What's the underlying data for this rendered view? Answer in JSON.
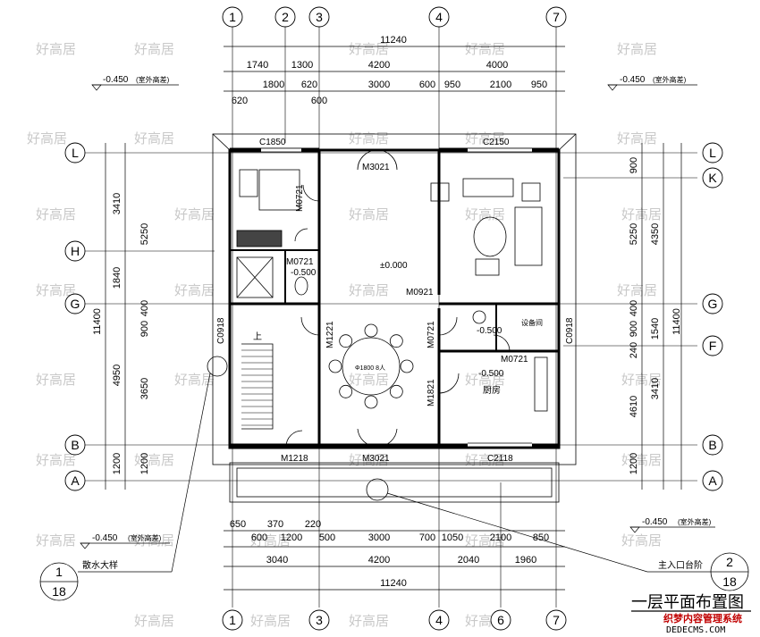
{
  "title": "一层平面布置图",
  "footer_site": "织梦内容管理系统",
  "footer_url": "DEDECMS.COM",
  "watermark": "好高居",
  "axes_top": [
    "1",
    "2",
    "3",
    "4",
    "7"
  ],
  "axes_bottom": [
    "1",
    "3",
    "4",
    "6",
    "7"
  ],
  "axes_left": [
    "L",
    "H",
    "G",
    "B",
    "A"
  ],
  "axes_right": [
    "L",
    "K",
    "G",
    "F",
    "B",
    "A"
  ],
  "elev_left_top": "-0.450",
  "elev_right_top": "-0.450",
  "elev_left_bottom": "-0.450",
  "elev_right_bottom": "-0.450",
  "elev_note": "(室外高差)",
  "total_width": "11240",
  "total_depth": "11400",
  "dims_top_1": [
    "1740",
    "1300",
    "4200",
    "4000"
  ],
  "dims_top_2": [
    "1800",
    "620",
    "3000",
    "600",
    "950",
    "2100",
    "950"
  ],
  "dims_top_3": [
    "620",
    "600"
  ],
  "dims_bottom_1": [
    "650",
    "370",
    "220"
  ],
  "dims_bottom_2": [
    "600",
    "1200",
    "500",
    "3000",
    "700",
    "1050",
    "2100",
    "850"
  ],
  "dims_bottom_3": [
    "3040",
    "4200",
    "2040",
    "1960"
  ],
  "dims_left_1": [
    "3410",
    "1840",
    "4950",
    "1200"
  ],
  "dims_left_2": [
    "5250",
    "400",
    "900",
    "3650",
    "1200"
  ],
  "dims_right_1": [
    "900",
    "5250",
    "400",
    "900",
    "240",
    "4610",
    "1200"
  ],
  "dims_right_2": [
    "4350",
    "1540",
    "3410"
  ],
  "labels": {
    "c1850": "C1850",
    "c2150": "C2150",
    "m3021_top": "M3021",
    "m0721_a": "M0721",
    "m0721_b": "M0721",
    "m0921": "M0921",
    "m0721_c": "M0721",
    "m0721_d": "M0721",
    "c0918_l": "C0918",
    "c0918_r": "C0918",
    "m1221": "M1221",
    "m1821": "M1821",
    "m1218": "M1218",
    "m3021_bot": "M3021",
    "c2118": "C2118",
    "elev_000": "±0.000",
    "elev_500_a": "-0.500",
    "elev_500_b": "-0.500",
    "elev_500_c": "-0.500",
    "table": "Φ1800 8人",
    "kitchen": "厨房",
    "utility": "设备间",
    "stair_up": "上"
  },
  "callout_left": {
    "num": "1",
    "sheet": "18",
    "text": "散水大样"
  },
  "callout_right": {
    "num": "2",
    "sheet": "18",
    "text": "主入口台阶"
  }
}
